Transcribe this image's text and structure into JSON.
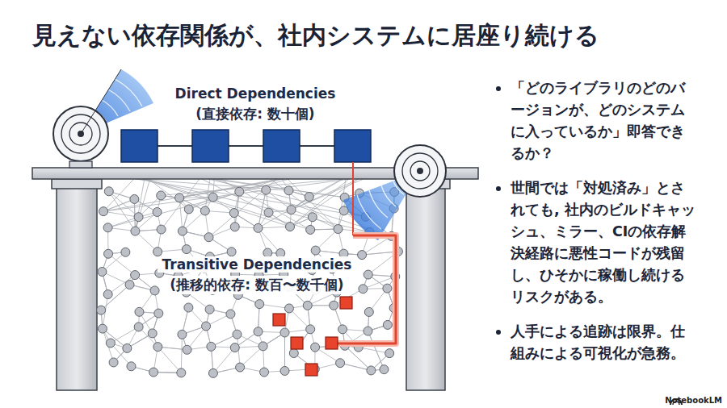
{
  "diagram": {
    "title": "見えない依存関係が、社内システムに居座り続ける",
    "labels": [
      "Direct Dependencies",
      "(直接依存: 数十個)",
      "Transitive Dependencies",
      "(推移的依存: 数百〜数千個)",
      "「どのライブラリのどのバージョンが、どのシステムに入っているか」即答できるか？",
      "世間では「対処済み」とされても, 社内のビルドキャッシュ、ミラー、CIの依存解決経路に悪性コードが残留し、ひそかに稼働し続けるリスクがある。",
      "人手による追跡は限界。仕組みによる可視化が急務。",
      "NotebookLM"
    ]
  }
}
